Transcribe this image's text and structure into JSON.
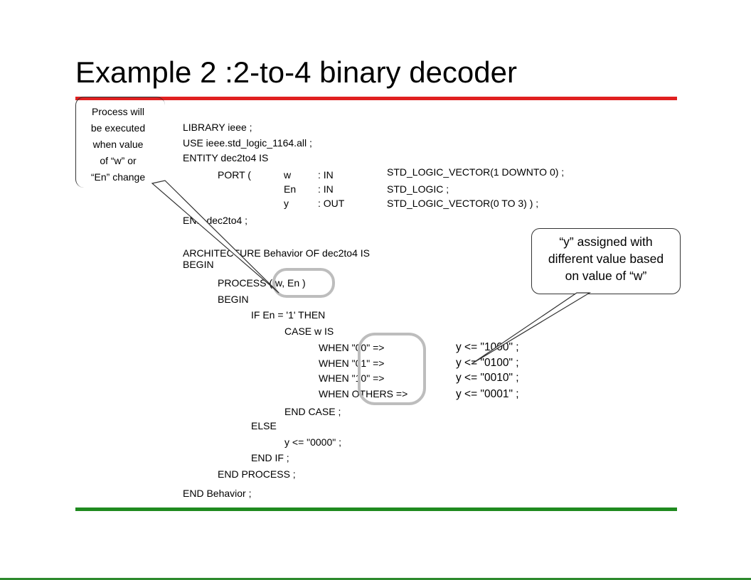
{
  "slide": {
    "title": "Example 2 :2-to-4 binary decoder",
    "colors": {
      "top_bar": "#e02020",
      "bottom_bar": "#1f8a1f",
      "highlight_circle": "#bdbdbd"
    }
  },
  "callouts": {
    "left": [
      "Process will",
      "be executed",
      "when value",
      "of “w” or",
      "“En” change"
    ],
    "right": [
      "“y” assigned with",
      "different value based",
      "on value of “w”"
    ]
  },
  "code": {
    "library": "LIBRARY ieee ;",
    "use": "USE ieee.std_logic_1164.all ;",
    "entity": "ENTITY dec2to4 IS",
    "port_open": "PORT (",
    "ports": [
      {
        "name": "w",
        "mode": ": IN",
        "type": "STD_LOGIC_VECTOR(1 DOWNTO 0) ;"
      },
      {
        "name": "En",
        "mode": ": IN",
        "type": "STD_LOGIC ;"
      },
      {
        "name": "y",
        "mode": ": OUT",
        "type": "STD_LOGIC_VECTOR(0 TO 3) ) ;"
      }
    ],
    "end_entity": "END dec2to4 ;",
    "architecture": "ARCHITECTURE Behavior OF dec2to4 IS",
    "begin": "BEGIN",
    "process": "PROCESS ( w, En )",
    "process_begin": "BEGIN",
    "if": "IF En = '1' THEN",
    "case": "CASE   w   IS",
    "whens": [
      {
        "when": "WHEN \"00\" =>",
        "assign": "y <= \"1000\" ;"
      },
      {
        "when": "WHEN \"01\" =>",
        "assign": "y <= \"0100\" ;"
      },
      {
        "when": "WHEN \"10\" =>",
        "assign": "y <= \"0010\" ;"
      },
      {
        "when": "WHEN OTHERS =>",
        "assign": "y <= \"0001\" ;"
      }
    ],
    "end_case": "END CASE ;",
    "else": "ELSE",
    "else_assign": "y <= \"0000\" ;",
    "end_if": "END IF ;",
    "end_process": "END PROCESS ;",
    "end_arch": "END Behavior ;"
  }
}
